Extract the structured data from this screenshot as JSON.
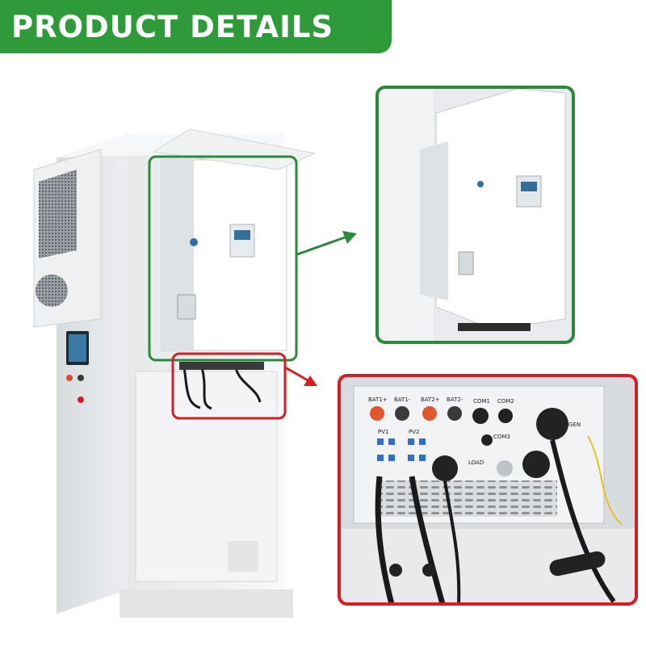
{
  "banner": {
    "title": "PRODUCT DETAILS",
    "color": "#2e9a3a"
  },
  "colors": {
    "green_frame": "#2a8a3a",
    "red_frame": "#d41e24",
    "cabinet": "#f1f2f3"
  },
  "ports": {
    "bat1_pos": "BAT1+",
    "bat1_neg": "BAT1-",
    "bat2_pos": "BAT2+",
    "bat2_neg": "BAT2-",
    "com1": "COM1",
    "com2": "COM2",
    "com3": "COM3",
    "pv1": "PV1",
    "pv2": "PV2",
    "load": "LOAD",
    "gen": "GEN"
  }
}
